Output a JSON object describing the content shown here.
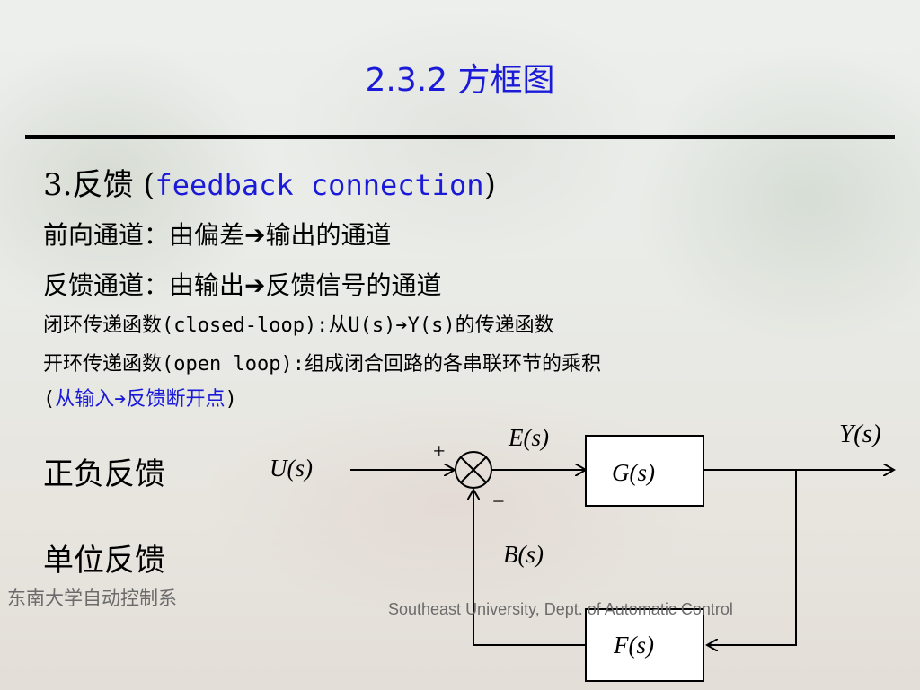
{
  "title": "2.3.2  方框图",
  "heading": {
    "prefix": "3.反馈 (",
    "english": "feedback connection",
    "suffix": ")"
  },
  "lines": {
    "forward": {
      "pre": "前向通道：由偏差",
      "arrow": "➔",
      "post": "输出的通道"
    },
    "feedback": {
      "pre": "反馈通道：由输出",
      "arrow": "➔",
      "post": "反馈信号的通道"
    },
    "closed_loop": {
      "pre": "闭环传递函数(closed-loop):从U(s)",
      "arrow": "➔",
      "post": "Y(s)的传递函数"
    },
    "open_loop": {
      "text": "开环传递函数(open loop):组成闭合回路的各串联环节的乘积"
    },
    "open_loop_note": {
      "open": "(",
      "pre": "从输入",
      "arrow": "➔",
      "post": "反馈断开点",
      "close": ")"
    }
  },
  "labels": {
    "pos_neg": "正负反馈",
    "unity": "单位反馈"
  },
  "diagram": {
    "input": "U(s)",
    "error": "E(s)",
    "output": "Y(s)",
    "forward_block": "G(s)",
    "feedback_block": "F(s)",
    "feedback_signal": "B(s)",
    "plus": "+",
    "minus": "−"
  },
  "footer": {
    "left": "东南大学自动控制系",
    "right": "Southeast University, Dept. of Automatic Control"
  },
  "colors": {
    "accent": "#1a1ad8",
    "text": "#000000",
    "footer": "#6b6b6b"
  }
}
